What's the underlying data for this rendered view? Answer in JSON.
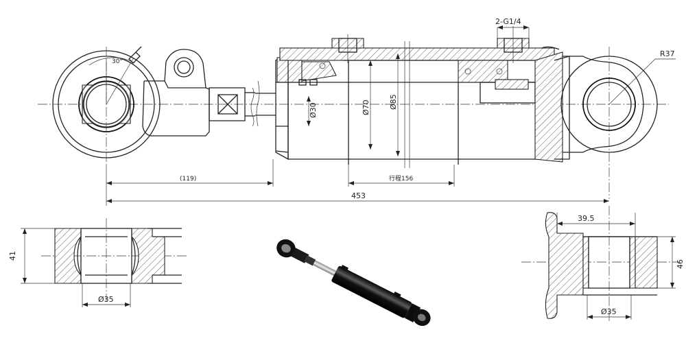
{
  "labels": {
    "port_spec": "2-G1/4",
    "radius": "R37",
    "angle": "30°",
    "rod_dia": "Ø30",
    "bore_dia": "Ø70",
    "outer_dia": "Ø85",
    "dim_left": "(119)",
    "stroke": "行程156",
    "total_length": "453",
    "left_detail_height": "41",
    "left_detail_dia": "Ø35",
    "right_detail_width": "39.5",
    "right_detail_height": "46",
    "right_detail_dia": "Ø35"
  },
  "colors": {
    "line": "#222222",
    "photo_body": "#151515",
    "photo_highlight": "#6a6a6a"
  }
}
